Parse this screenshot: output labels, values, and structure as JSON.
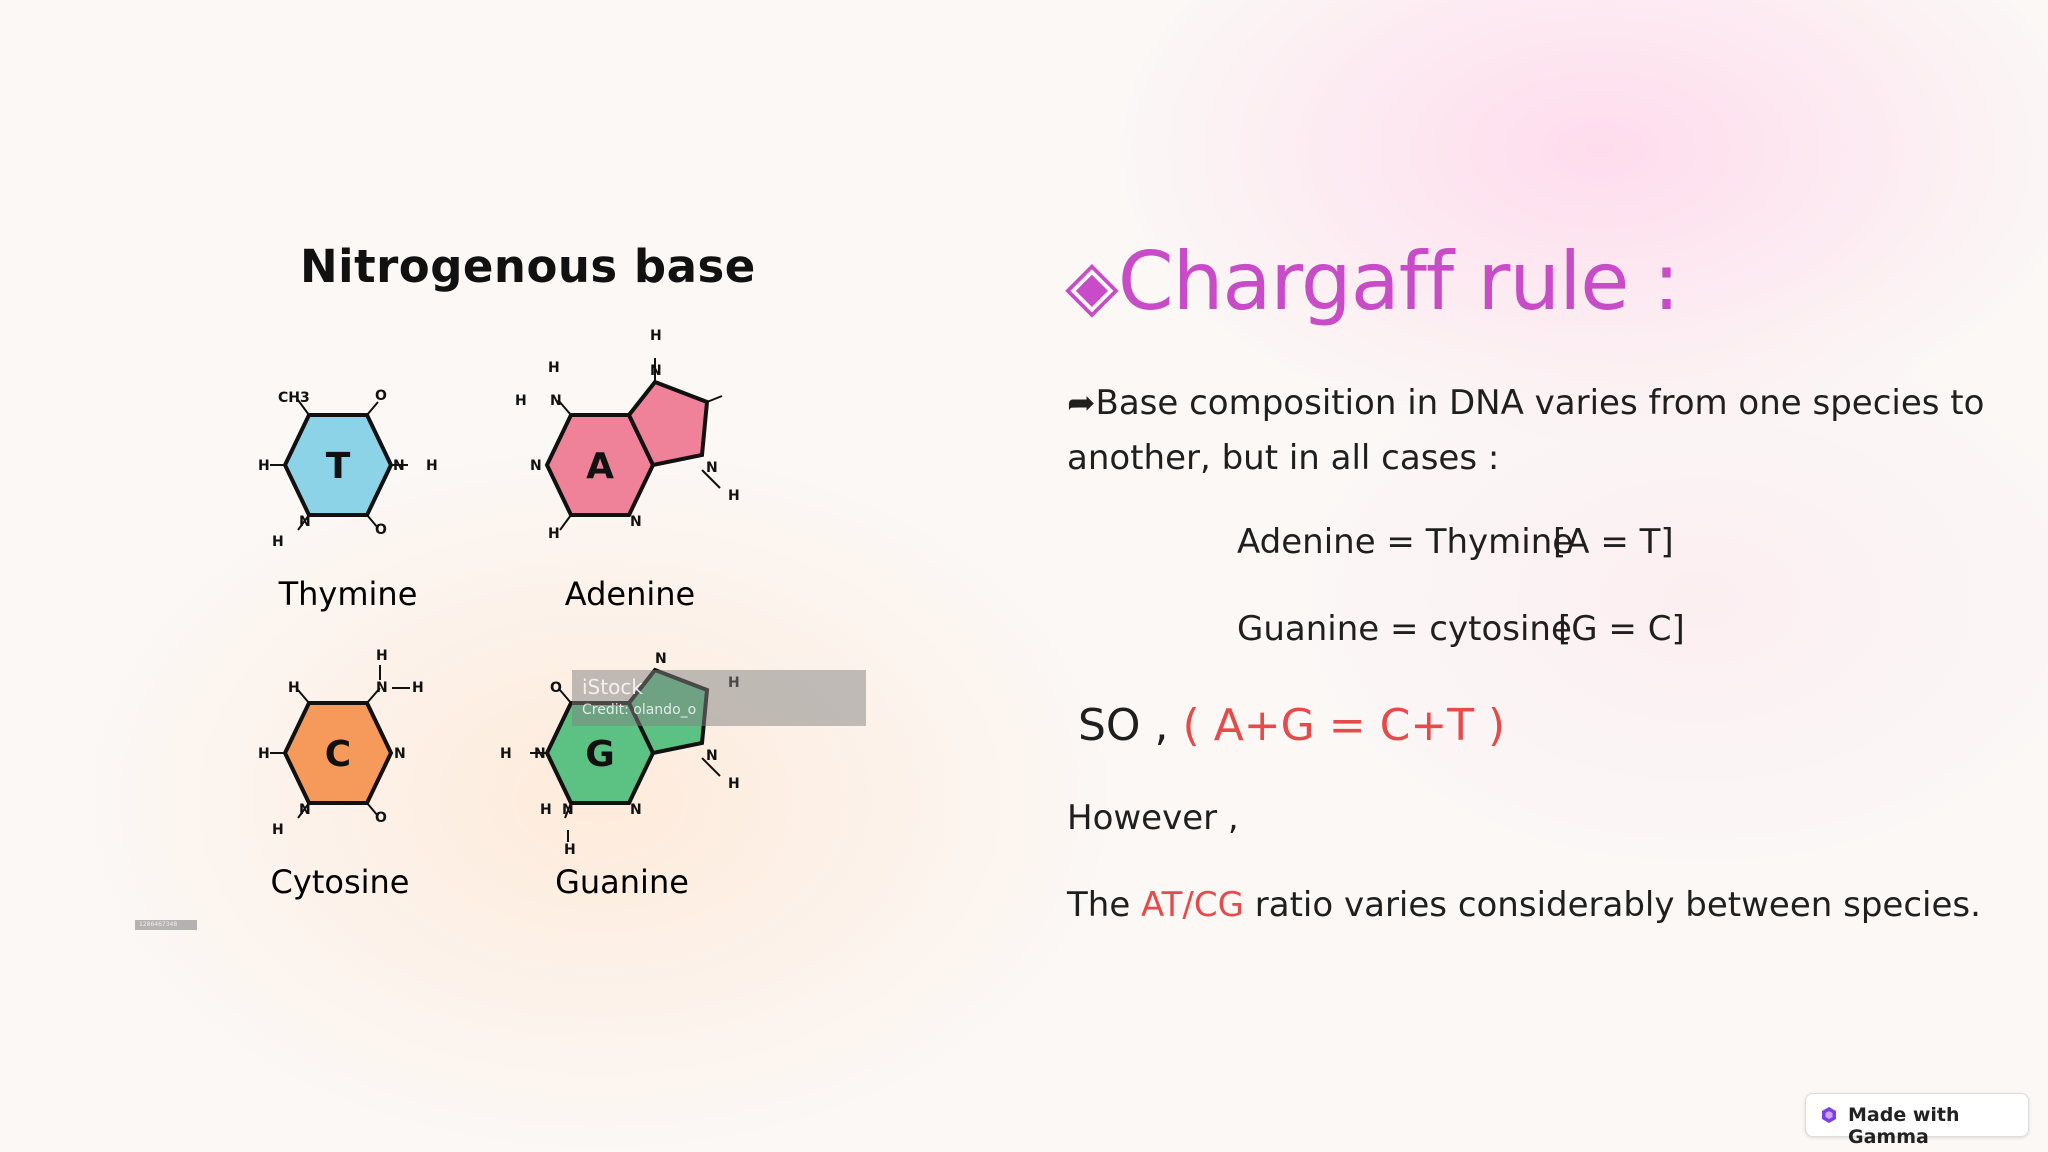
{
  "figure": {
    "title": "Nitrogenous base",
    "molecules": [
      {
        "letter": "T",
        "name": "Thymine",
        "color": "#8dd3e8"
      },
      {
        "letter": "A",
        "name": "Adenine",
        "color": "#ef8298"
      },
      {
        "letter": "C",
        "name": "Cytosine",
        "color": "#f59a5a"
      },
      {
        "letter": "G",
        "name": "Guanine",
        "color": "#5cc283"
      }
    ],
    "atoms": {
      "thymine": [
        "CH3",
        "O",
        "H",
        "N",
        "H",
        "H",
        "N",
        "O"
      ],
      "adenine": [
        "H",
        "N",
        "H",
        "N",
        "H",
        "N",
        "N",
        "H",
        "N",
        "H"
      ],
      "cytosine": [
        "H",
        "N",
        "H",
        "H",
        "H",
        "N",
        "H",
        "N",
        "O"
      ],
      "guanine": [
        "N",
        "H",
        "O",
        "N",
        "H",
        "H",
        "N",
        "N",
        "H",
        "N",
        "H"
      ]
    },
    "watermark": {
      "brand": "iStock",
      "credit": "Credit: olando_o"
    },
    "tiny_watermark": "1286467348"
  },
  "heading": {
    "diamond": "◈",
    "text": "Chargaff rule :"
  },
  "paragraph": {
    "arrow": "➦",
    "line1": "Base composition in DNA varies from one species to",
    "line2": "another, but in all cases :"
  },
  "equations": [
    {
      "text": "Adenine = Thymine",
      "short": "[A = T]"
    },
    {
      "text": "Guanine = cytosine",
      "short": "[G = C]"
    }
  ],
  "so": {
    "label": "SO ,",
    "formula": "( A+G = C+T )"
  },
  "however": "However ,",
  "ratio": {
    "prefix": "The ",
    "highlight": "AT/CG",
    "suffix": " ratio varies considerably between species."
  },
  "badge": {
    "label": "Made with Gamma"
  },
  "colors": {
    "heading": "#c84cc8",
    "highlight": "#e64a4a"
  }
}
